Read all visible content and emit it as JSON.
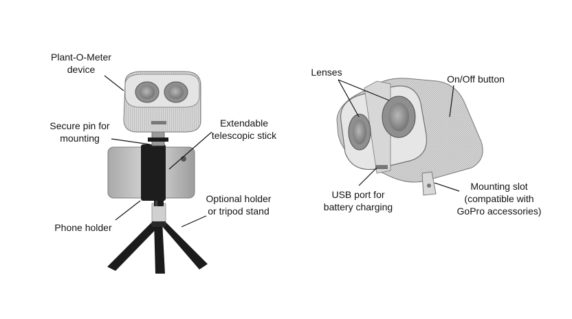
{
  "left_figure": {
    "labels": {
      "device": [
        "Plant-O-Meter",
        "device"
      ],
      "secure_pin": [
        "Secure pin for",
        "mounting"
      ],
      "stick": [
        "Extendable",
        "telescopic stick"
      ],
      "phone_holder": [
        "Phone holder"
      ],
      "stand": [
        "Optional holder",
        "or tripod stand"
      ]
    }
  },
  "right_figure": {
    "labels": {
      "lenses": [
        "Lenses"
      ],
      "onoff": [
        "On/Off button"
      ],
      "usb": [
        "USB port for",
        "battery charging"
      ],
      "mount": [
        "Mounting slot",
        "(compatible with",
        "GoPro accessories)"
      ]
    }
  },
  "colors": {
    "device_body": "#cfcfcf",
    "device_dark": "#8c8c8c",
    "lens": "#9a9a9a",
    "stick": "#1a1a1a",
    "phone": "#bdbdbd"
  }
}
